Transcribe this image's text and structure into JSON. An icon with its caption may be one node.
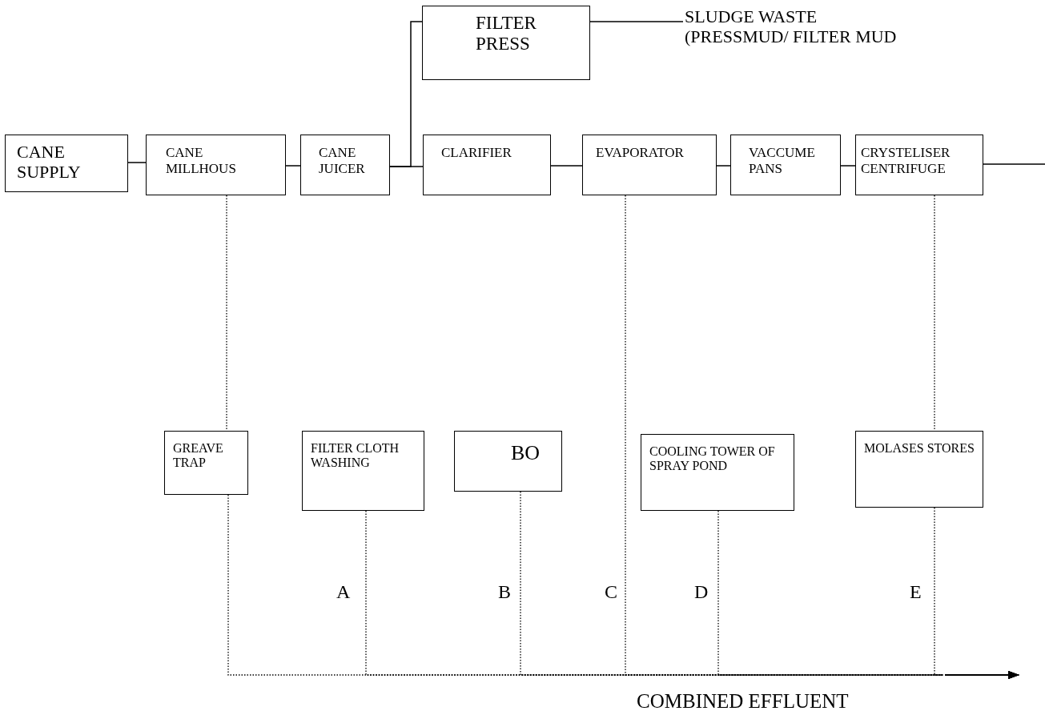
{
  "diagram": {
    "nodes": [
      {
        "text": [
          "CANE SUPPLY"
        ]
      },
      {
        "text": [
          "CANE MILLHOUS"
        ]
      },
      {
        "text": [
          "CANE JUICER"
        ]
      },
      {
        "text": [
          "CLARIFIER"
        ]
      },
      {
        "text": [
          "EVAPORATOR"
        ]
      },
      {
        "text": [
          "VACCUME PANS"
        ]
      },
      {
        "text": [
          "CRYSTELISER CENTRIFUGE"
        ]
      },
      {
        "text": [
          "FILTER PRESS"
        ]
      },
      {
        "text": [
          "SLUDGE WASTE (PRESSMUD/ FILTER MUD"
        ]
      },
      {
        "text": [
          "GREAVE TRAP"
        ]
      },
      {
        "text": [
          "FILTER CLOTH WASHING"
        ]
      },
      {
        "text": [
          "BO"
        ]
      },
      {
        "text": [
          "COOLING TOWER OF SPRAY POND"
        ]
      },
      {
        "text": [
          "MOLASES STORES"
        ]
      }
    ],
    "edges": [
      {
        "from": 0,
        "to": 1,
        "arrow": "none"
      },
      {
        "from": 1,
        "to": 2,
        "arrow": "none"
      },
      {
        "from": 2,
        "to": 3,
        "arrow": "none"
      },
      {
        "from": 2,
        "to": 7,
        "arrow": "none"
      },
      {
        "from": 7,
        "to": 8,
        "arrow": "none"
      },
      {
        "from": 3,
        "to": 4,
        "arrow": "none"
      },
      {
        "from": 4,
        "to": 5,
        "arrow": "none"
      },
      {
        "from": 5,
        "to": 6,
        "arrow": "none"
      },
      {
        "from": 6,
        "to": null,
        "arrow": "none"
      },
      {
        "from": 1,
        "to": 9,
        "arrow": "none",
        "style": "dashed"
      },
      {
        "from": 6,
        "to": 13,
        "arrow": "none",
        "style": "dashed"
      },
      {
        "from": 9,
        "to": null,
        "arrow": "to",
        "style": "dashed"
      },
      {
        "from": 10,
        "to": null,
        "arrow": "to",
        "style": "dashed"
      },
      {
        "from": 11,
        "to": null,
        "arrow": "to",
        "style": "dashed"
      },
      {
        "from": 4,
        "to": null,
        "arrow": "to",
        "style": "dashed"
      },
      {
        "from": 12,
        "to": null,
        "arrow": "to",
        "style": "dashed"
      },
      {
        "from": 13,
        "to": null,
        "arrow": "to",
        "style": "dashed"
      }
    ],
    "labels": [
      "A",
      "B",
      "C",
      "D",
      "E",
      "COMBINED EFFLUENT"
    ]
  }
}
